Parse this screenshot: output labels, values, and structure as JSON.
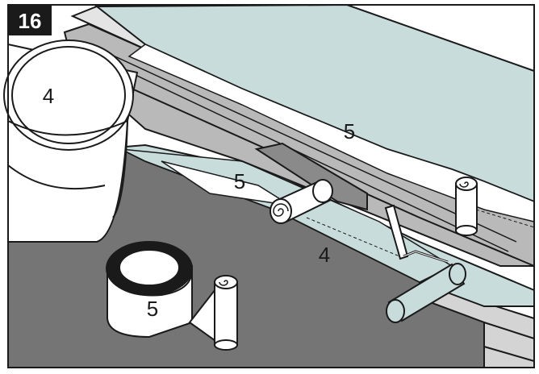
{
  "step": {
    "number": "16"
  },
  "labels": {
    "bucket": "4",
    "membrane_upper": "5",
    "membrane_roll": "5",
    "primer_strip": "4",
    "tape_roll": "5"
  },
  "colors": {
    "outline": "#1a1a1a",
    "floor_dark": "#757575",
    "membrane": "#c9dcdc",
    "profile_light": "#e4e4e4",
    "profile_mid": "#b9b9b9",
    "white": "#ffffff",
    "tape_black": "#1a1a1a"
  }
}
